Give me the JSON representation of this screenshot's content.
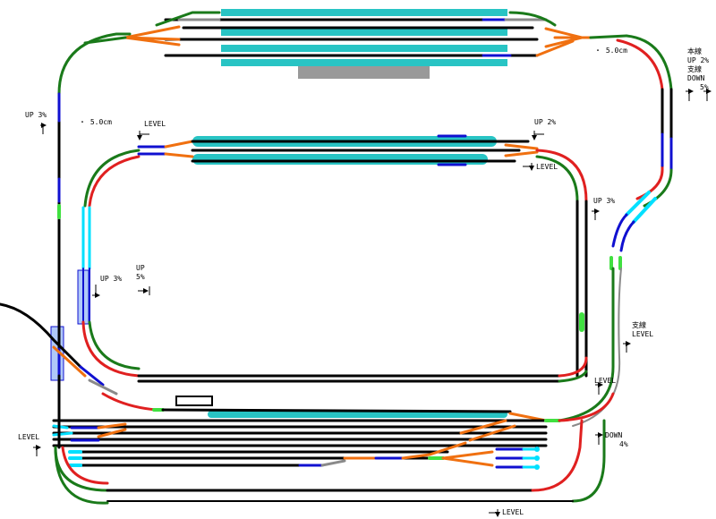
{
  "labels": {
    "up3_left": "UP 3%",
    "radius_left": "・ 5.0cm",
    "level_top_left": "LEVEL",
    "up2": "UP 2%",
    "level_right_inner": "LEVEL",
    "radius_right": "・ 5.0cm",
    "main_line": "本線",
    "main_up": "UP 2%",
    "branch_line": "支線",
    "branch_down": "DOWN",
    "branch_down_pct": "5%",
    "up3_right": "UP 3%",
    "branch_level_name": "支線",
    "branch_level": "LEVEL",
    "level_right_low": "LEVEL",
    "down": "DOWN",
    "down_pct": "4%",
    "up3_mid": "UP 3%",
    "up_mid": "UP",
    "up_mid_pct": "5%",
    "level_left": "LEVEL",
    "level_bottom": "LEVEL"
  },
  "colors": {
    "track_straight": "#000000",
    "curve_red": "#e02020",
    "curve_green": "#1a7a1a",
    "turnout": "#f07010",
    "gray": "#8a8a8a",
    "blue": "#1010d0",
    "light_blue": "#00e0ff",
    "light_green": "#40e040",
    "platform": "#28c4c4",
    "station_building": "#999999"
  }
}
